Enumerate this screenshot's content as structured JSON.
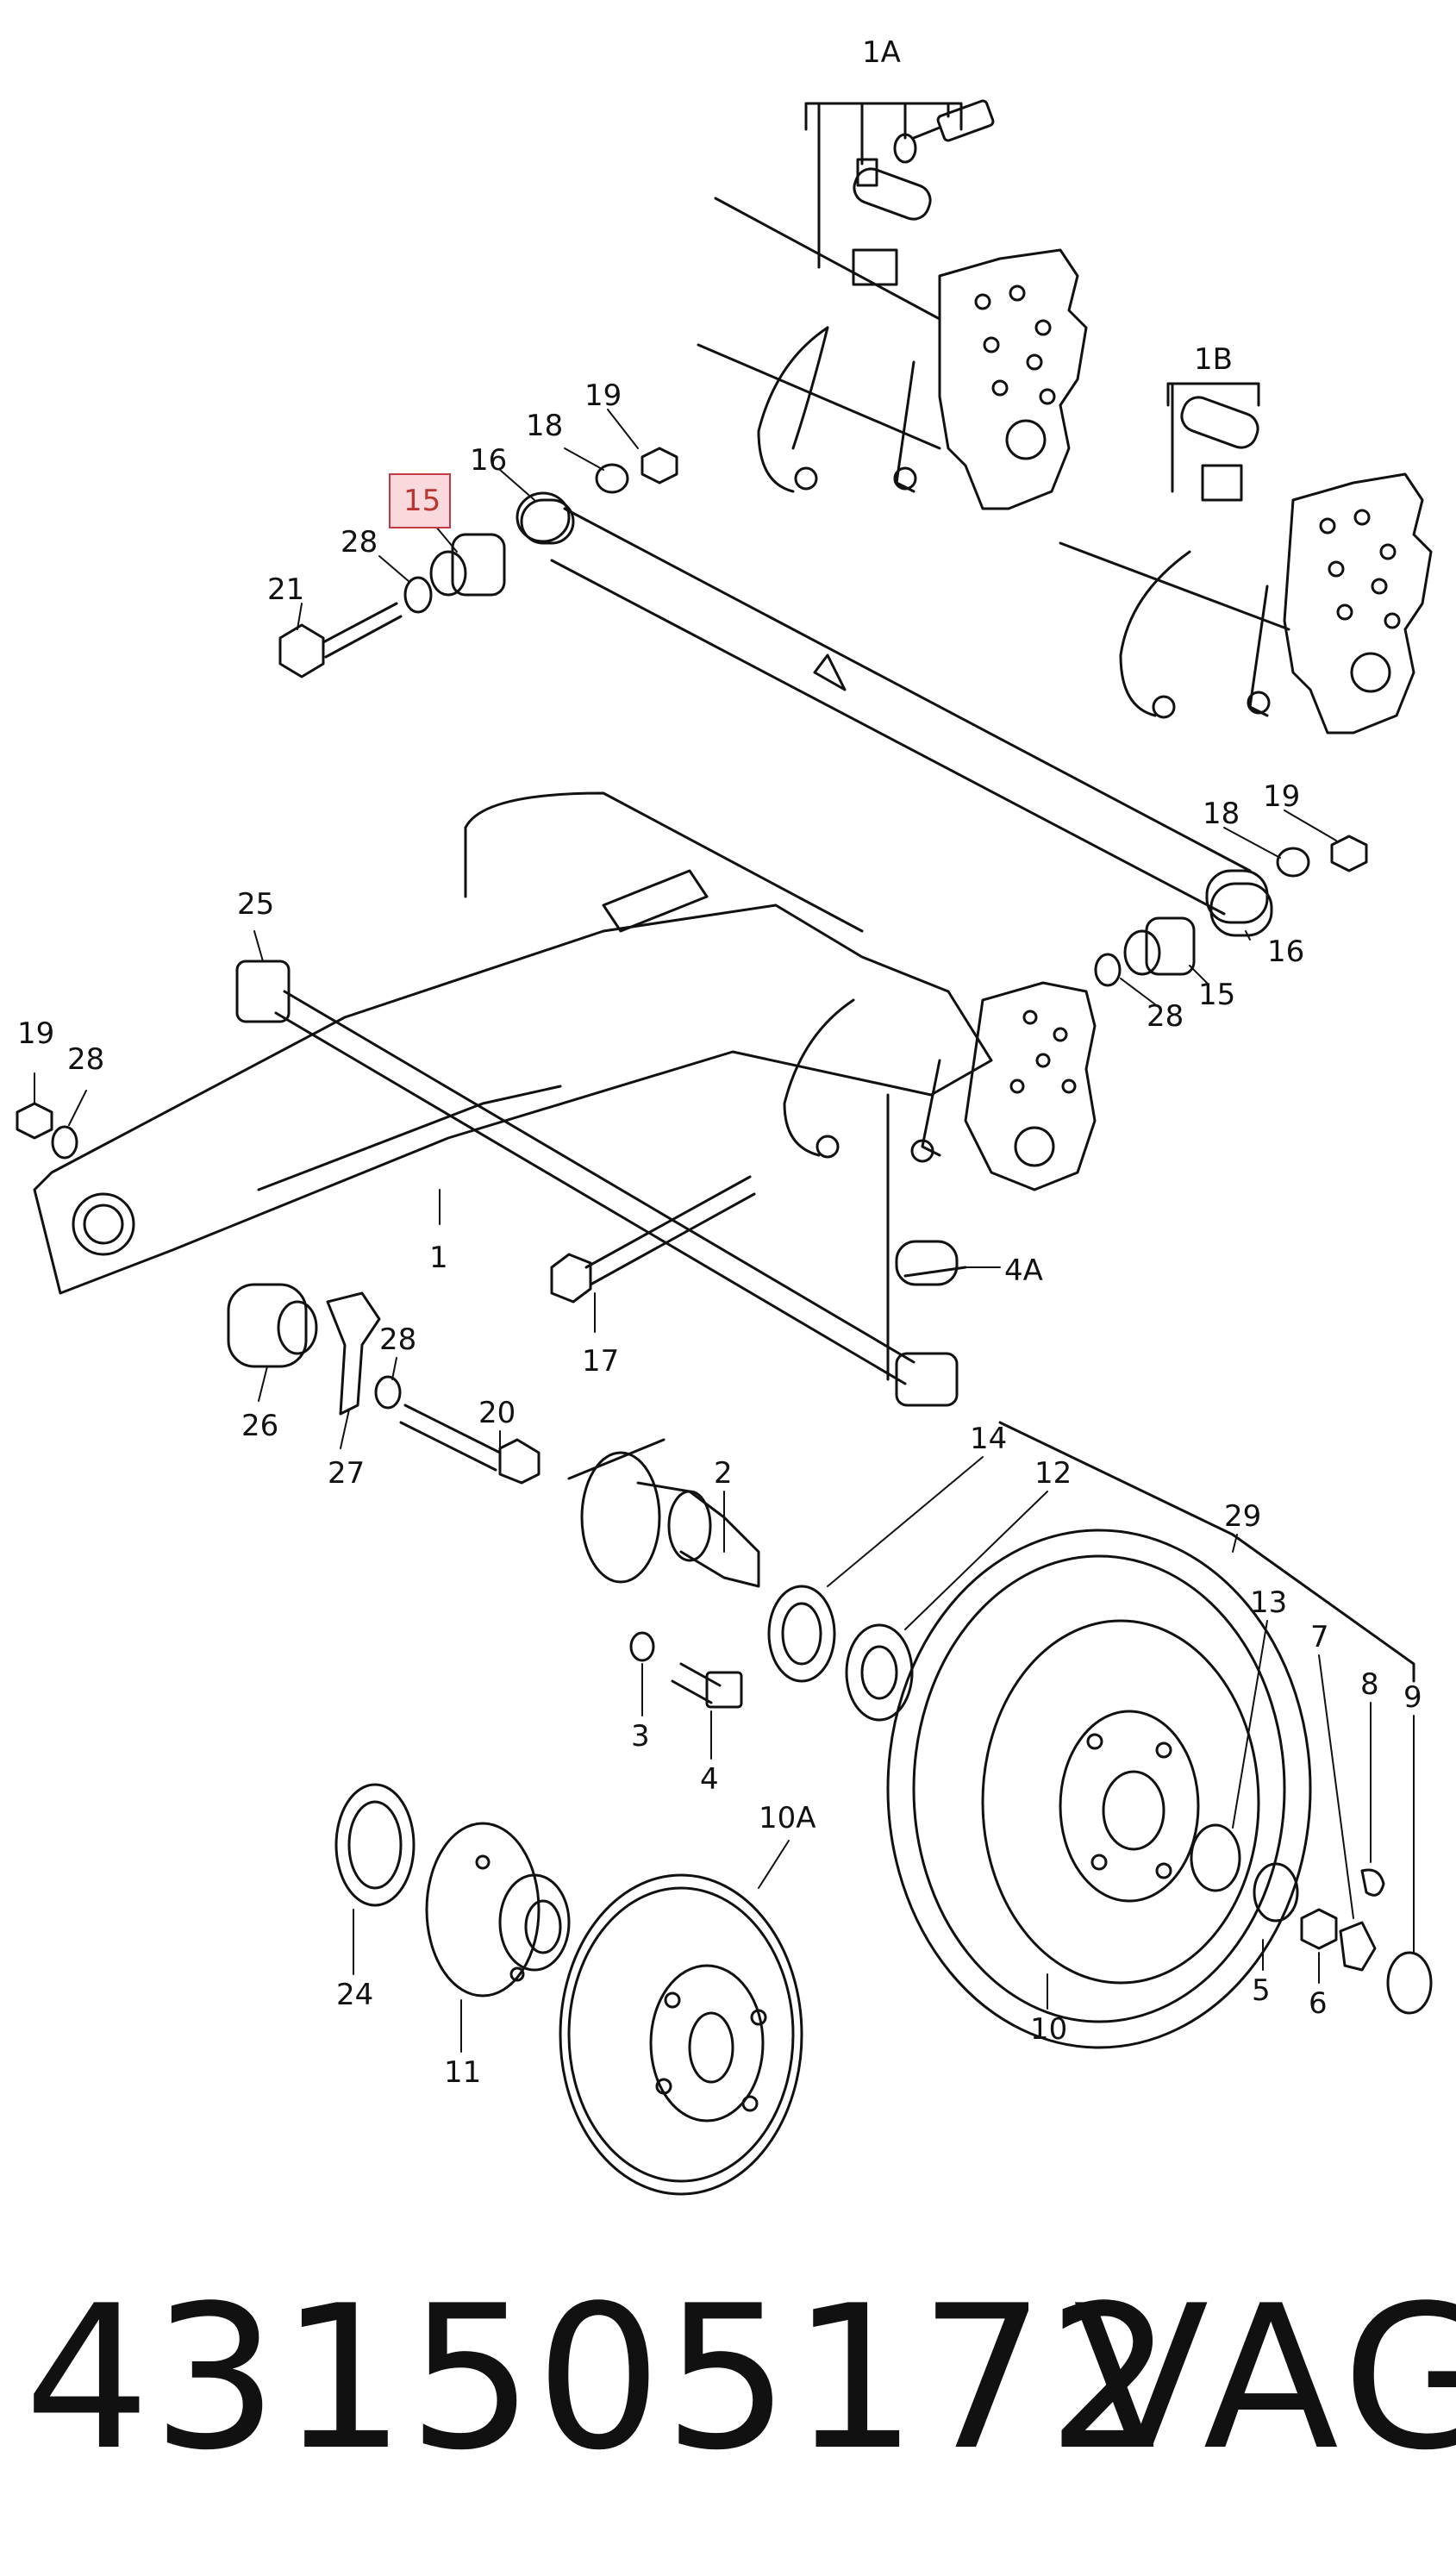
{
  "diagram": {
    "labels": [
      "1A",
      "1B",
      "19",
      "18",
      "16",
      "15",
      "28",
      "21",
      "25",
      "19",
      "28",
      "1",
      "17",
      "4A",
      "26",
      "28",
      "20",
      "27",
      "2",
      "14",
      "12",
      "29",
      "13",
      "7",
      "8",
      "9",
      "3",
      "4",
      "10A",
      "24",
      "11",
      "5",
      "6",
      "10",
      "19",
      "18",
      "16",
      "15",
      "28"
    ],
    "highlighted_label": "15"
  },
  "footer": {
    "part_number": "431505172",
    "brand": "VAG"
  },
  "colors": {
    "line": "#111111",
    "highlight_fill": "#f9d9dc",
    "highlight_stroke": "#c23b45"
  }
}
